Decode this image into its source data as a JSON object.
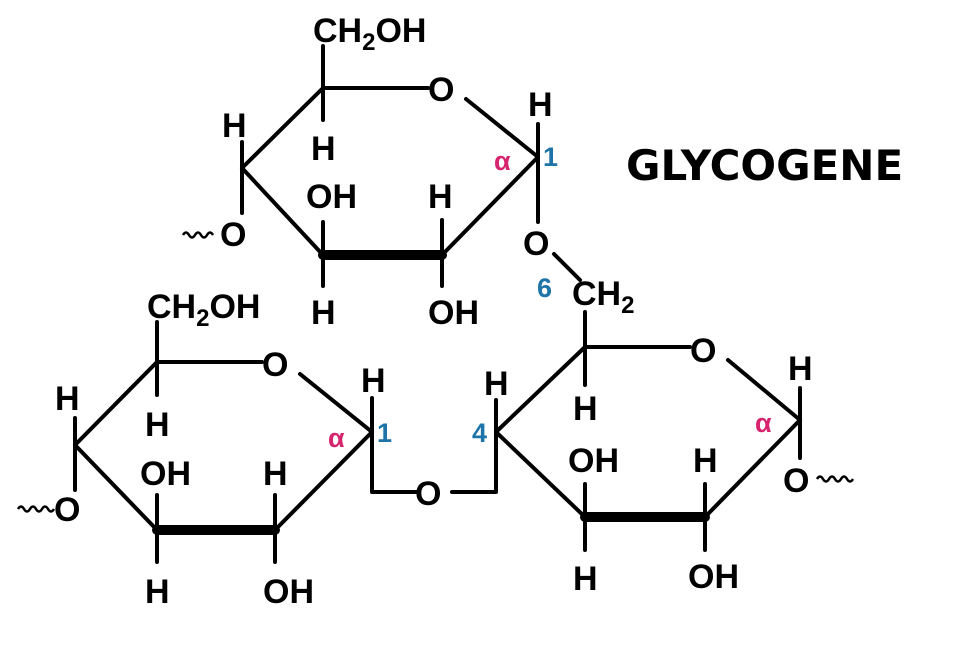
{
  "title": "GLYCOGENE",
  "atoms": {
    "ch2oh_label": "CH",
    "ch2oh_sub": "2",
    "ch2oh_tail": "OH",
    "ch2_label": "CH",
    "ch2_sub": "2",
    "oxygen": "O",
    "hydrogen": "H",
    "hydroxyl": "OH"
  },
  "annotations": {
    "alpha": "α",
    "carbon_1": "1",
    "carbon_4": "4",
    "carbon_6": "6"
  },
  "colors": {
    "alpha": "#d6246e",
    "carbon_number": "#1e73a8",
    "bond": "#000000"
  }
}
